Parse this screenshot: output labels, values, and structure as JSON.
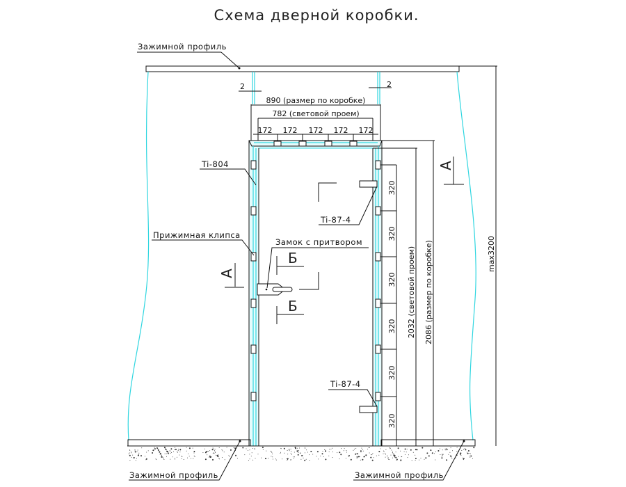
{
  "title": "Схема дверной коробки.",
  "labels": {
    "top_profile": "Зажимной профиль",
    "bottom_profile_left": "Зажимной профиль",
    "bottom_profile_right": "Зажимной профиль",
    "frame_profile": "Ti-804",
    "clip": "Прижимная клипса",
    "lock": "Замок с притвором",
    "hinge_top": "Ti-87-4",
    "hinge_bottom": "Ti-87-4"
  },
  "dimensions": {
    "gap_left": "2",
    "gap_right": "2",
    "frame_width": "890 (размер по коробке)",
    "clear_width": "782 (световой проем)",
    "clip_spacing_top": [
      "172",
      "172",
      "172",
      "172",
      "172"
    ],
    "clip_spacing_side": [
      "320",
      "320",
      "320",
      "320",
      "320",
      "320"
    ],
    "clear_height": "2032 (световой проем)",
    "frame_height": "2086 (размер по коробке)",
    "max_height": "max3200"
  },
  "sections": {
    "a": "А",
    "b": "Б"
  },
  "colors": {
    "line": "#111111",
    "glass": "#2fd6e0",
    "glass_fill": "#e6fbfc"
  }
}
